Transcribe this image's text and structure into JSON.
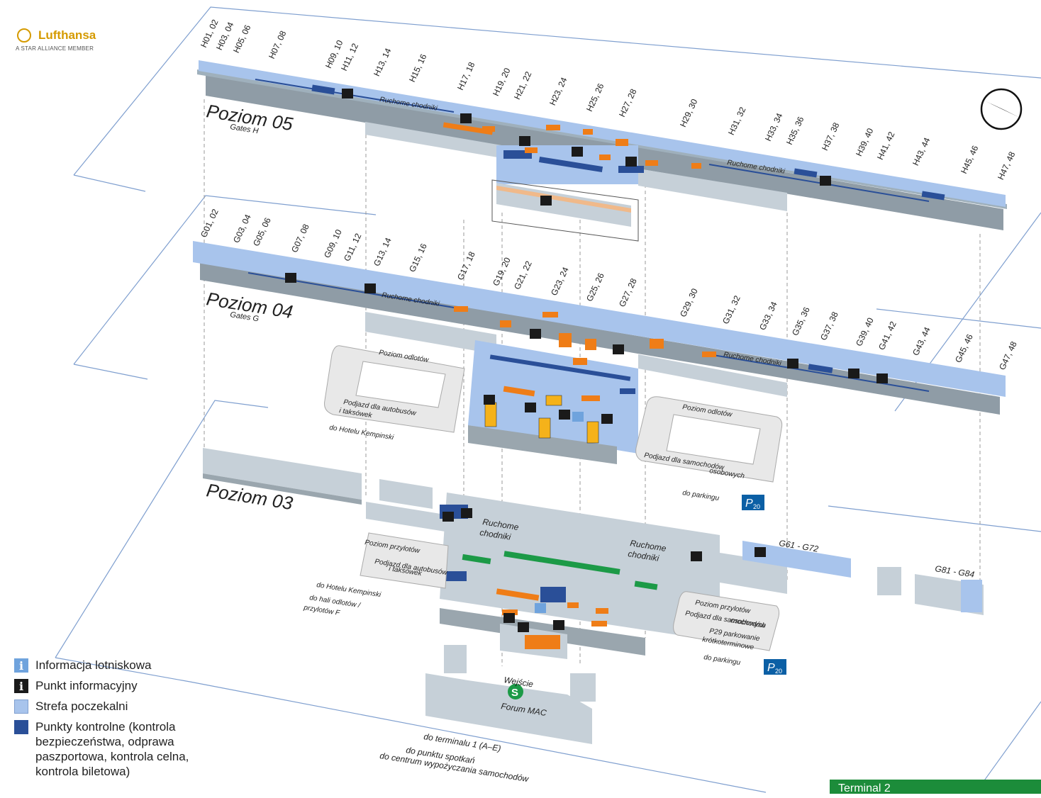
{
  "brand": {
    "name": "Lufthansa",
    "tagline": "A STAR ALLIANCE MEMBER"
  },
  "levels": {
    "l05": {
      "title": "Poziom 05",
      "subtitle": "Gates H"
    },
    "l04": {
      "title": "Poziom 04",
      "subtitle": "Gates G"
    },
    "l03": {
      "title": "Poziom 03"
    }
  },
  "gates_h": [
    "H01, 02",
    "H03, 04",
    "H05, 06",
    "H07, 08",
    "H09, 10",
    "H11, 12",
    "H13, 14",
    "H15, 16",
    "H17, 18",
    "H19, 20",
    "H21, 22",
    "H23, 24",
    "H25, 26",
    "H27, 28",
    "H29, 30",
    "H31, 32",
    "H33, 34",
    "H35, 36",
    "H37, 38",
    "H39, 40",
    "H41, 42",
    "H43, 44",
    "H45, 46",
    "H47, 48"
  ],
  "gates_g": [
    "G01, 02",
    "G03, 04",
    "G05, 06",
    "G07, 08",
    "G09, 10",
    "G11, 12",
    "G13, 14",
    "G15, 16",
    "G17, 18",
    "G19, 20",
    "G21, 22",
    "G23, 24",
    "G25, 26",
    "G27, 28",
    "G29, 30",
    "G31, 32",
    "G33, 34",
    "G35, 36",
    "G37, 38",
    "G39, 40",
    "G41, 42",
    "G43, 44",
    "G45, 46",
    "G47, 48"
  ],
  "labels": {
    "walkway": "Ruchome chodniki",
    "walkway_l1": "Ruchome",
    "walkway_l2": "chodniki",
    "departures": "Poziom odlotów",
    "arrivals": "Poziom przylotów",
    "bus_taxi_l1": "Podjazd dla autobusów",
    "bus_taxi_l2": "i taksówek",
    "cars_l1": "Podjazd dla samochodów",
    "cars_l2": "osobowych",
    "p29_l1": "P29 parkowanie",
    "p29_l2": "krótkoterminowe",
    "kempinski": "do Hotelu Kempinski",
    "to_parking": "do parkingu",
    "parking_sign": "P",
    "parking_num": "20",
    "hall_l1": "do hali odlotów /",
    "hall_l2": "przylotów F",
    "entrance": "Wejście",
    "forum": "Forum MAC",
    "to_t1": "do terminalu 1 (A–E)",
    "to_meet": "do punktu spotkań",
    "to_rental": "do centrum wypożyczania samochodów",
    "g61": "G61 - G72",
    "g81": "G81 - G84",
    "s_bahn": "S"
  },
  "legend": [
    {
      "symbol": "i",
      "color": "#6fa3dd",
      "text": "Informacja lotniskowa"
    },
    {
      "symbol": "i",
      "color": "#1a1a1a",
      "text": "Punkt informacyjny"
    },
    {
      "symbol": "",
      "color": "#a8c4ec",
      "text": "Strefa poczekalni"
    },
    {
      "symbol": "",
      "color": "#2a4f98",
      "text": "Punkty kontrolne (kontrola bezpieczeństwa, odprawa paszportowa, kontrola celna, kontrola biletowa)"
    }
  ],
  "terminal": "Terminal 2",
  "colors": {
    "lounge": "#a8c4ec",
    "control": "#2a4f98",
    "yellow": "#f5b21a",
    "orange": "#ef7d17",
    "green": "#1c9a47",
    "building": "#c6d0d8"
  }
}
